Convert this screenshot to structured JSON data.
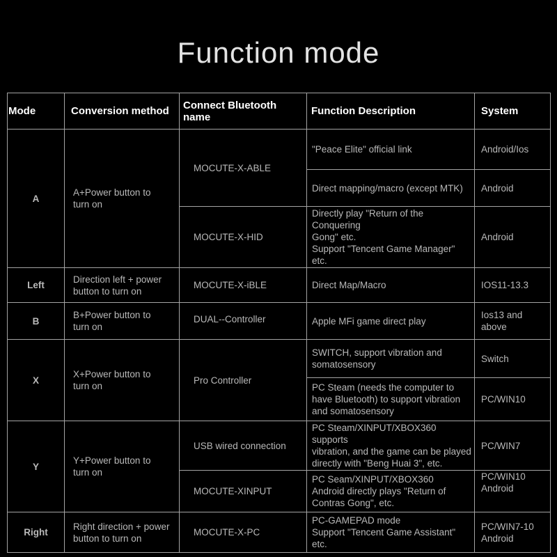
{
  "page": {
    "title": "Function mode",
    "background_color": "#000000",
    "border_color": "#a5a5a5",
    "header_text_color": "#ffffff",
    "body_text_color": "#b9b9b9"
  },
  "table": {
    "headers": [
      "Mode",
      "Conversion method",
      "Connect Bluetooth name",
      "Function Description",
      "System"
    ],
    "groups": [
      {
        "mode": "A",
        "conversion": "A+Power button to\nturn on",
        "bluetooth": [
          {
            "name": "MOCUTE-X-ABLE",
            "functions": [
              {
                "desc": "\"Peace Elite\" official link",
                "system": "Android/Ios"
              },
              {
                "desc": "Direct mapping/macro (except MTK)",
                "system": "Android"
              }
            ]
          },
          {
            "name": "MOCUTE-X-HID",
            "functions": [
              {
                "desc": "Directly play \"Return of the Conquering\nGong\" etc.\nSupport \"Tencent Game Manager\" etc.",
                "system": "Android"
              }
            ]
          }
        ]
      },
      {
        "mode": "Left",
        "conversion": "Direction left + power\nbutton to turn on",
        "bluetooth": [
          {
            "name": "MOCUTE-X-iBLE",
            "functions": [
              {
                "desc": "Direct Map/Macro",
                "system": "IOS11-13.3"
              }
            ]
          }
        ]
      },
      {
        "mode": "B",
        "conversion": "B+Power button to\nturn on",
        "bluetooth": [
          {
            "name": "DUAL--Controller",
            "functions": [
              {
                "desc": "Apple MFi game direct play",
                "system": "Ios13 and above"
              }
            ]
          }
        ]
      },
      {
        "mode": "X",
        "conversion": "X+Power button to\nturn on",
        "bluetooth": [
          {
            "name": "Pro Controller",
            "functions": [
              {
                "desc": "SWITCH, support vibration and\nsomatosensory",
                "system": "Switch"
              },
              {
                "desc": "PC Steam (needs the computer to\nhave Bluetooth) to support vibration\nand somatosensory",
                "system": "PC/WIN10"
              }
            ]
          }
        ]
      },
      {
        "mode": "Y",
        "conversion": "Y+Power button to\nturn on",
        "bluetooth": [
          {
            "name": "USB wired connection",
            "functions": [
              {
                "desc": "PC Steam/XINPUT/XBOX360 supports\nvibration, and the game can be played\ndirectly with \"Beng Huai 3\", etc.",
                "system": "PC/WIN7"
              }
            ]
          },
          {
            "name": "MOCUTE-XINPUT",
            "functions": [
              {
                "desc": "PC Seam/XINPUT/XBOX360\nAndroid directly plays \"Return of\nContras Gong\", etc.",
                "system": "PC/WIN10\nAndroid"
              }
            ]
          }
        ]
      },
      {
        "mode": "Right",
        "conversion": "Right direction + power\nbutton to turn on",
        "bluetooth": [
          {
            "name": "MOCUTE-X-PC",
            "functions": [
              {
                "desc": "PC-GAMEPAD mode\nSupport \"Tencent Game Assistant\" etc.",
                "system": "PC/WIN7-10\nAndroid"
              }
            ]
          }
        ]
      }
    ]
  }
}
